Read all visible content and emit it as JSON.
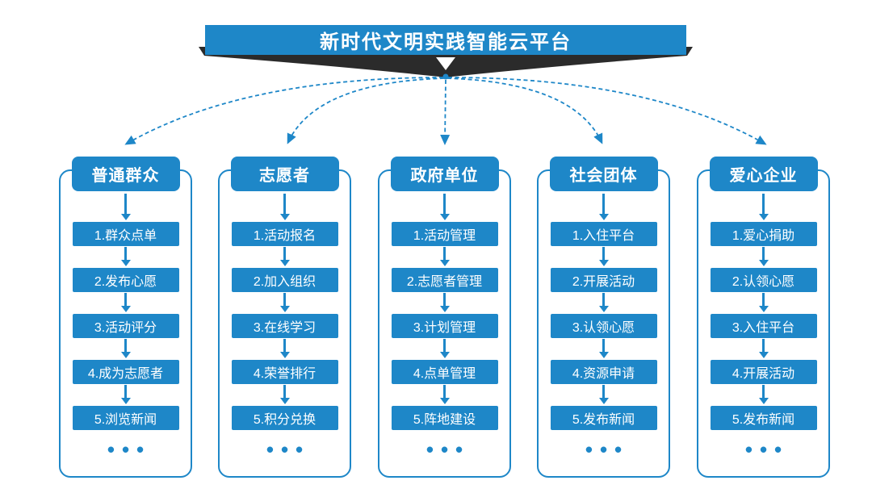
{
  "title": "新时代文明实践智能云平台",
  "colors": {
    "primary": "#1e87c8",
    "banner-dark": "#2b2b2b",
    "bg": "#ffffff"
  },
  "columns": [
    {
      "header": "普通群众",
      "steps": [
        "1.群众点单",
        "2.发布心愿",
        "3.活动评分",
        "4.成为志愿者",
        "5.浏览新闻"
      ],
      "more": "•••"
    },
    {
      "header": "志愿者",
      "steps": [
        "1.活动报名",
        "2.加入组织",
        "3.在线学习",
        "4.荣誉排行",
        "5.积分兑换"
      ],
      "more": "•••"
    },
    {
      "header": "政府单位",
      "steps": [
        "1.活动管理",
        "2.志愿者管理",
        "3.计划管理",
        "4.点单管理",
        "5.阵地建设"
      ],
      "more": "•••"
    },
    {
      "header": "社会团体",
      "steps": [
        "1.入住平台",
        "2.开展活动",
        "3.认领心愿",
        "4.资源申请",
        "5.发布新闻"
      ],
      "more": "•••"
    },
    {
      "header": "爱心企业",
      "steps": [
        "1.爱心捐助",
        "2.认领心愿",
        "3.入住平台",
        "4.开展活动",
        "5.发布新闻"
      ],
      "more": "•••"
    }
  ]
}
